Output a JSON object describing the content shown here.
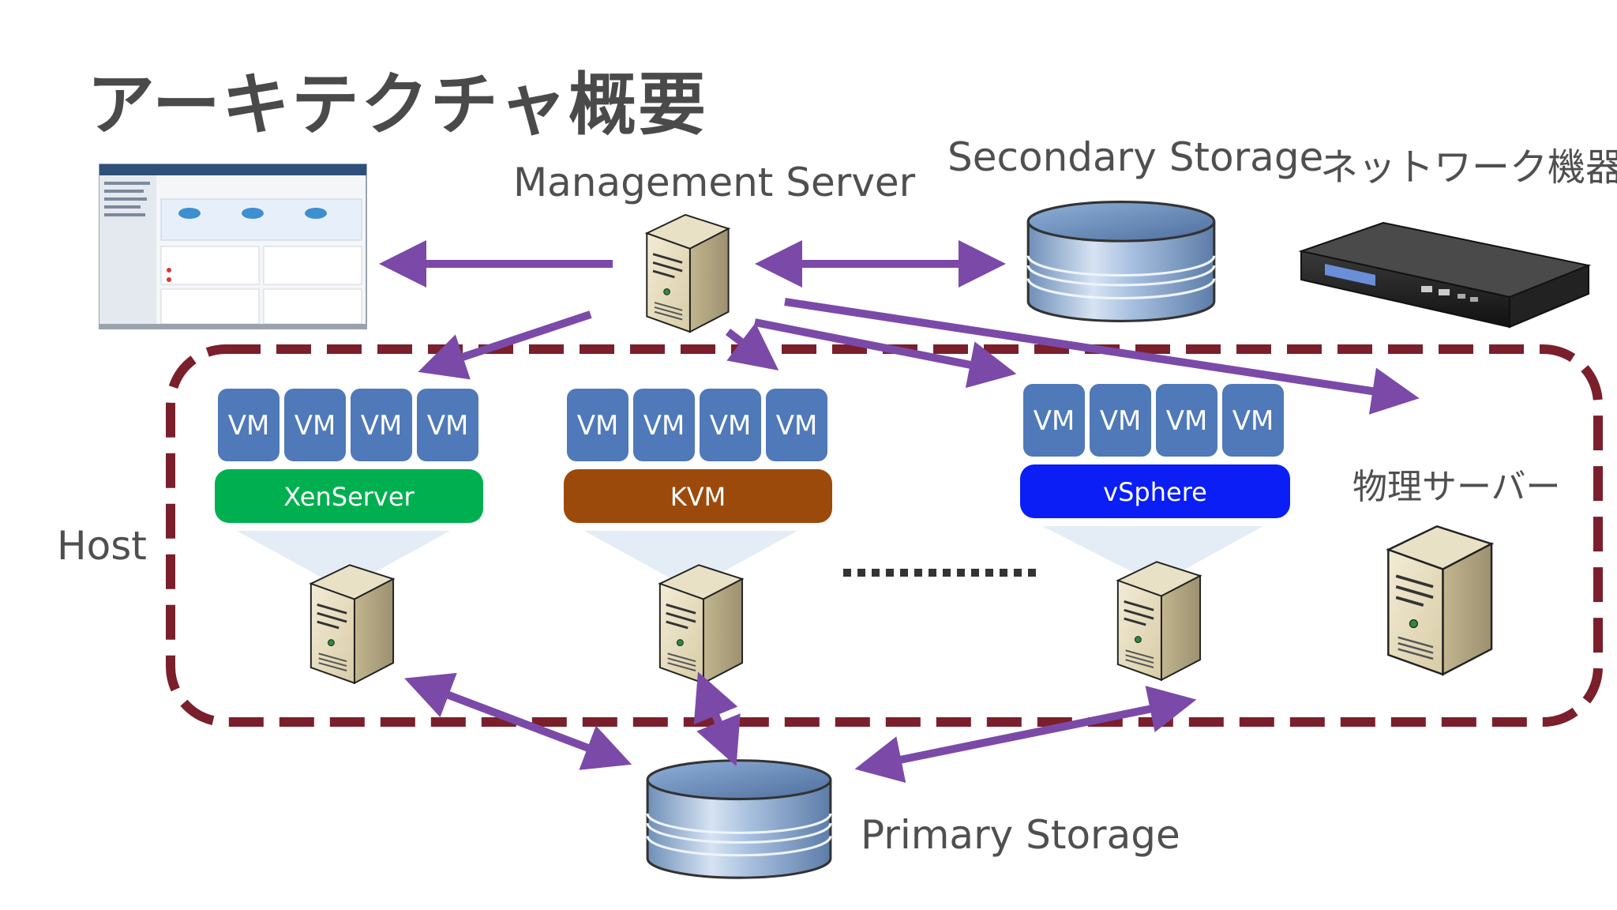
{
  "title": "アーキテクチャ概要",
  "labels": {
    "management_server": "Management Server",
    "secondary_storage": "Secondary Storage",
    "network_devices": "ネットワーク機器",
    "host": "Host",
    "physical_server": "物理サーバー",
    "primary_storage": "Primary Storage",
    "ellipsis": "…………"
  },
  "hosts": [
    {
      "hypervisor": "XenServer",
      "color": "#00b050",
      "vms": [
        "VM",
        "VM",
        "VM",
        "VM"
      ]
    },
    {
      "hypervisor": "KVM",
      "color": "#9c4a0c",
      "vms": [
        "VM",
        "VM",
        "VM",
        "VM"
      ]
    },
    {
      "hypervisor": "vSphere",
      "color": "#0a1ef5",
      "vms": [
        "VM",
        "VM",
        "VM",
        "VM"
      ]
    }
  ],
  "colors": {
    "arrow": "#7b4aa8",
    "host_border": "#7a1f2b",
    "vm_fill": "#4f79b8"
  }
}
